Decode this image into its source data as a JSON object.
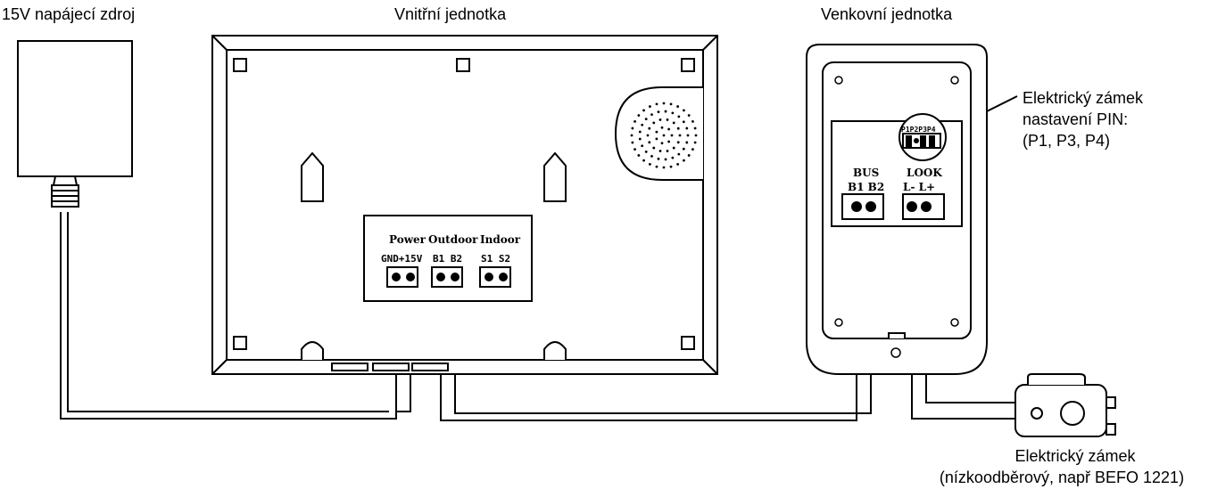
{
  "labels": {
    "power_supply": "15V napájecí zdroj",
    "indoor_unit": "Vnitřní jednotka",
    "outdoor_unit": "Venkovní jednotka",
    "pin_title_line1": "Elektrický zámek",
    "pin_title_line2": "nastavení PIN:",
    "pin_title_line3": "(P1, P3, P4)",
    "lock_title_line1": "Elektrický zámek",
    "lock_title_line2": "(nízkoodběrový, např BEFO 1221)"
  },
  "indoor_terminals": {
    "power": "Power",
    "outdoor": "Outdoor",
    "indoor": "Indoor",
    "gnd15": "GND+15V",
    "b1b2": "B1 B2",
    "s1s2": "S1 S2"
  },
  "outdoor_terminals": {
    "bus": "BUS",
    "b1b2": "B1 B2",
    "look": "LOOK",
    "lminus_lplus": "L- L+",
    "pins": "P1P2P3P4"
  },
  "colors": {
    "line": "#000000",
    "fill": "#ffffff",
    "grey": "#e8e8e8"
  }
}
